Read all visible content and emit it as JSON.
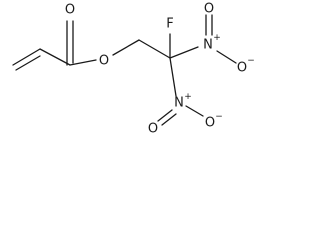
{
  "molecule": {
    "atoms": {
      "carbonyl_oxygen": "O",
      "ester_oxygen": "O",
      "fluorine": "F",
      "nitro1_nitrogen": "N",
      "nitro1_oxygen_double": "O",
      "nitro1_oxygen_single": "O",
      "nitro2_nitrogen": "N",
      "nitro2_oxygen_double": "O",
      "nitro2_oxygen_single": "O"
    },
    "charges": {
      "nitro1_n": "+",
      "nitro1_o": "−",
      "nitro2_n": "+",
      "nitro2_o": "−"
    }
  }
}
